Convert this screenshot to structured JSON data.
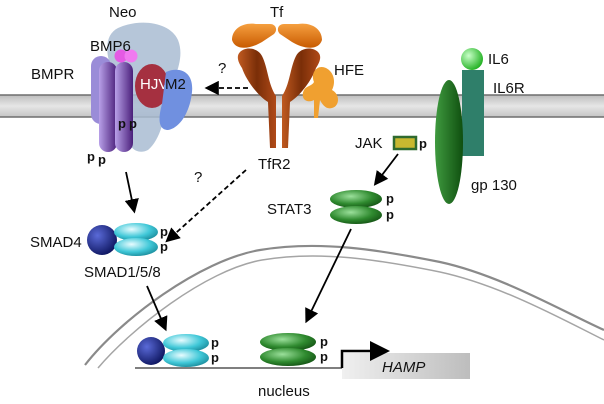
{
  "labels": {
    "neo": "Neo",
    "tf": "Tf",
    "bmp6": "BMP6",
    "bmpr": "BMPR",
    "hjv": "HJV",
    "m2": "M2",
    "hfe": "HFE",
    "il6": "IL6",
    "il6r": "IL6R",
    "tfr2": "TfR2",
    "jak": "JAK",
    "gp130": "gp 130",
    "stat3": "STAT3",
    "smad4": "SMAD4",
    "smad158": "SMAD1/5/8",
    "nucleus": "nucleus",
    "hamp": "HAMP",
    "p": "p",
    "question": "?"
  },
  "colors": {
    "membrane_fill": "#d9d9d9",
    "membrane_line": "#7a7a7a",
    "nucleus_line": "#8a8a8a",
    "neo": "#9fb3c8",
    "bmpr_purple": "#6a3d9a",
    "bmpr_light": "#a08bd0",
    "hjv": "#a03040",
    "m2": "#6f8fd8",
    "bmp6": "#e060e0",
    "tf_orange": "#e07a10",
    "tfr2_brown": "#8a3a10",
    "hfe_orange": "#f0a030",
    "il6_green": "#33cc33",
    "il6r_teal": "#2f7f6a",
    "gp130_green": "#1f6f1f",
    "stat3_green": "#2f8a2f",
    "smad_cyan": "#40c8d8",
    "smad4_blue": "#1a2a8a",
    "jak_fill": "#c8b830",
    "hamp_fill": "#cccccc"
  }
}
